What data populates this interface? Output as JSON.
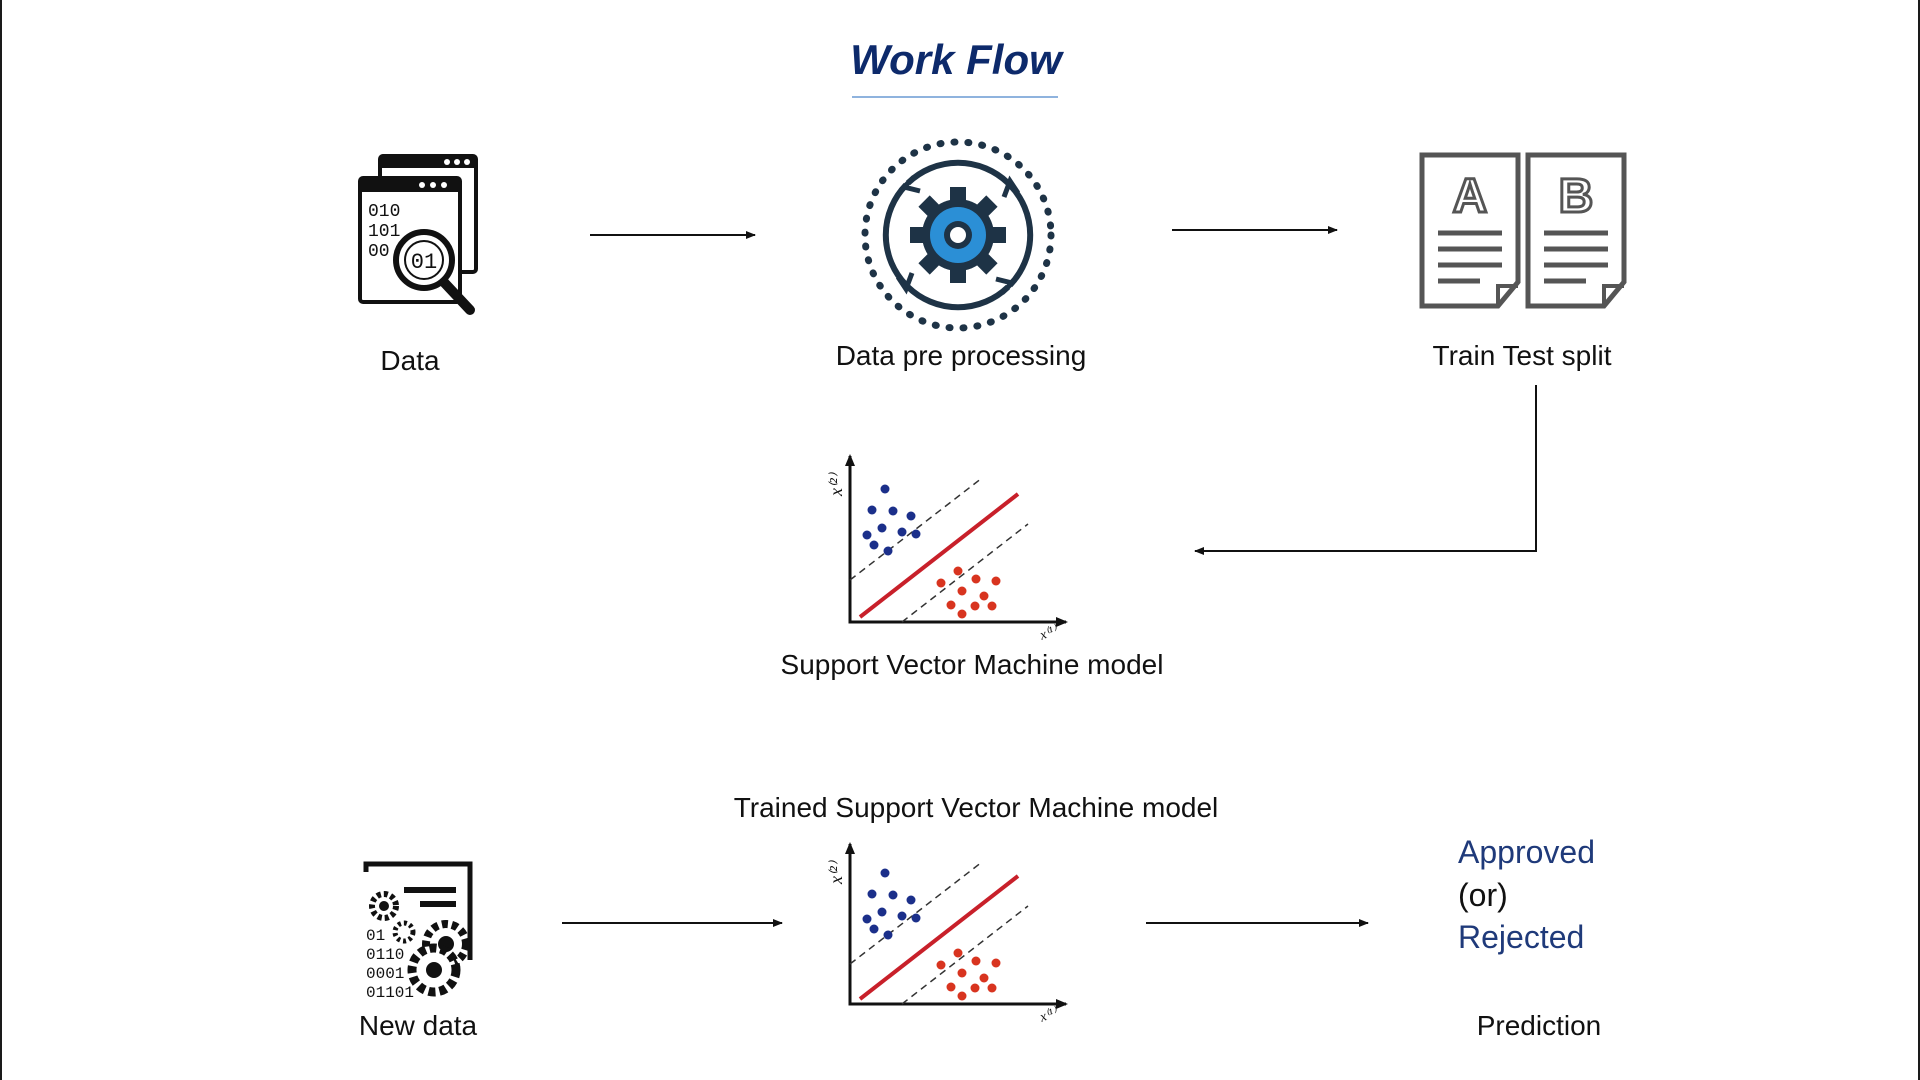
{
  "title": "Work Flow",
  "nodes": {
    "data": "Data",
    "preprocessing": "Data pre processing",
    "split": "Train Test split",
    "svm": "Support Vector Machine model",
    "trained": "Trained Support Vector Machine model",
    "new_data": "New data",
    "prediction": "Prediction"
  },
  "outcomes": {
    "approved": "Approved",
    "or": "(or)",
    "rejected": "Rejected"
  },
  "icons": {
    "data": {
      "code_lines": [
        "010",
        "101",
        "00"
      ],
      "lens_text": "01"
    },
    "split": {
      "doc_a": "A",
      "doc_b": "B"
    },
    "new_data": {
      "code_lines": [
        "01",
        "0110",
        "0001",
        "01101"
      ]
    }
  },
  "colors": {
    "title": "#0d2a6b",
    "outcome_blue": "#1f3a7a",
    "svm_blue": "#1b2f8a",
    "svm_red": "#d8341f",
    "svm_line": "#c8202a",
    "gear_blue": "#2b8fd6"
  }
}
